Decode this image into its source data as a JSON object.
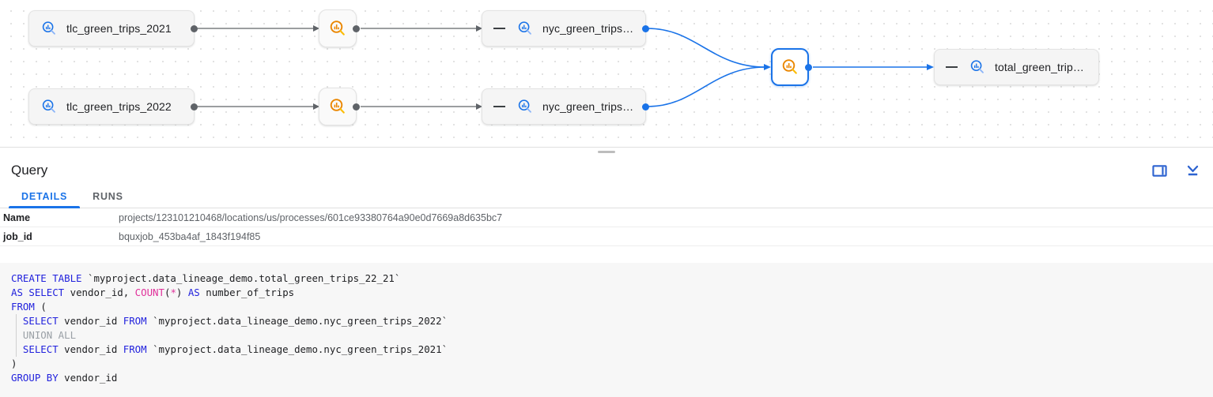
{
  "lineage": {
    "nodes": [
      {
        "id": "tlc2021",
        "label": "tlc_green_trips_2021",
        "icon": "table-search-icon",
        "kind": "table",
        "collapsible": false,
        "selected": false
      },
      {
        "id": "tlc2022",
        "label": "tlc_green_trips_2022",
        "icon": "table-search-icon",
        "kind": "table",
        "collapsible": false,
        "selected": false
      },
      {
        "id": "proc1",
        "label": "",
        "icon": "process-search-icon",
        "kind": "process",
        "collapsible": false,
        "selected": false
      },
      {
        "id": "proc2",
        "label": "",
        "icon": "process-search-icon",
        "kind": "process",
        "collapsible": false,
        "selected": false
      },
      {
        "id": "nyc1",
        "label": "nyc_green_trips…",
        "icon": "table-search-icon",
        "kind": "table",
        "collapsible": true,
        "selected": false
      },
      {
        "id": "nyc2",
        "label": "nyc_green_trips…",
        "icon": "table-search-icon",
        "kind": "table",
        "collapsible": true,
        "selected": false
      },
      {
        "id": "procsel",
        "label": "",
        "icon": "process-search-icon",
        "kind": "process",
        "collapsible": false,
        "selected": true
      },
      {
        "id": "total",
        "label": "total_green_trip…",
        "icon": "table-search-icon",
        "kind": "table",
        "collapsible": true,
        "selected": false
      }
    ],
    "colors": {
      "table_icon": "#1a73e8",
      "process_icon": "#ea8600",
      "selected_border": "#1a73e8",
      "edge_gray": "#5f6368",
      "edge_blue": "#1a73e8"
    }
  },
  "panel": {
    "title": "Query",
    "actions": [
      {
        "name": "split-pane-icon",
        "tooltip": "Side panel"
      },
      {
        "name": "collapse-down-icon",
        "tooltip": "Collapse"
      }
    ],
    "tabs": [
      {
        "id": "details",
        "label": "DETAILS",
        "active": true
      },
      {
        "id": "runs",
        "label": "RUNS",
        "active": false
      }
    ],
    "details": [
      {
        "key": "Name",
        "value": "projects/123101210468/locations/us/processes/601ce93380764a90e0d7669a8d635bc7"
      },
      {
        "key": "job_id",
        "value": "bquxjob_453ba4af_1843f194f85"
      }
    ],
    "code": {
      "language": "sql",
      "lines": [
        [
          {
            "t": "CREATE TABLE ",
            "c": "kw"
          },
          {
            "t": "`myproject.data_lineage_demo.total_green_trips_22_21`",
            "c": "plain"
          }
        ],
        [
          {
            "t": "AS SELECT ",
            "c": "kw"
          },
          {
            "t": "vendor_id, ",
            "c": "plain"
          },
          {
            "t": "COUNT",
            "c": "fn"
          },
          {
            "t": "(",
            "c": "plain"
          },
          {
            "t": "*",
            "c": "op"
          },
          {
            "t": ") ",
            "c": "plain"
          },
          {
            "t": "AS ",
            "c": "kw"
          },
          {
            "t": "number_of_trips",
            "c": "plain"
          }
        ],
        [
          {
            "t": "FROM ",
            "c": "kw"
          },
          {
            "t": "(",
            "c": "plain"
          }
        ],
        [
          {
            "t": "  ",
            "c": "plain"
          },
          {
            "t": "SELECT ",
            "c": "kw"
          },
          {
            "t": "vendor_id ",
            "c": "plain"
          },
          {
            "t": "FROM ",
            "c": "kw"
          },
          {
            "t": "`myproject.data_lineage_demo.nyc_green_trips_2022`",
            "c": "plain"
          }
        ],
        [
          {
            "t": "  UNION ALL",
            "c": "dim"
          }
        ],
        [
          {
            "t": "  ",
            "c": "plain"
          },
          {
            "t": "SELECT ",
            "c": "kw"
          },
          {
            "t": "vendor_id ",
            "c": "plain"
          },
          {
            "t": "FROM ",
            "c": "kw"
          },
          {
            "t": "`myproject.data_lineage_demo.nyc_green_trips_2021`",
            "c": "plain"
          }
        ],
        [
          {
            "t": ")",
            "c": "plain"
          }
        ],
        [
          {
            "t": "GROUP BY ",
            "c": "kw"
          },
          {
            "t": "vendor_id",
            "c": "plain"
          }
        ]
      ]
    }
  }
}
